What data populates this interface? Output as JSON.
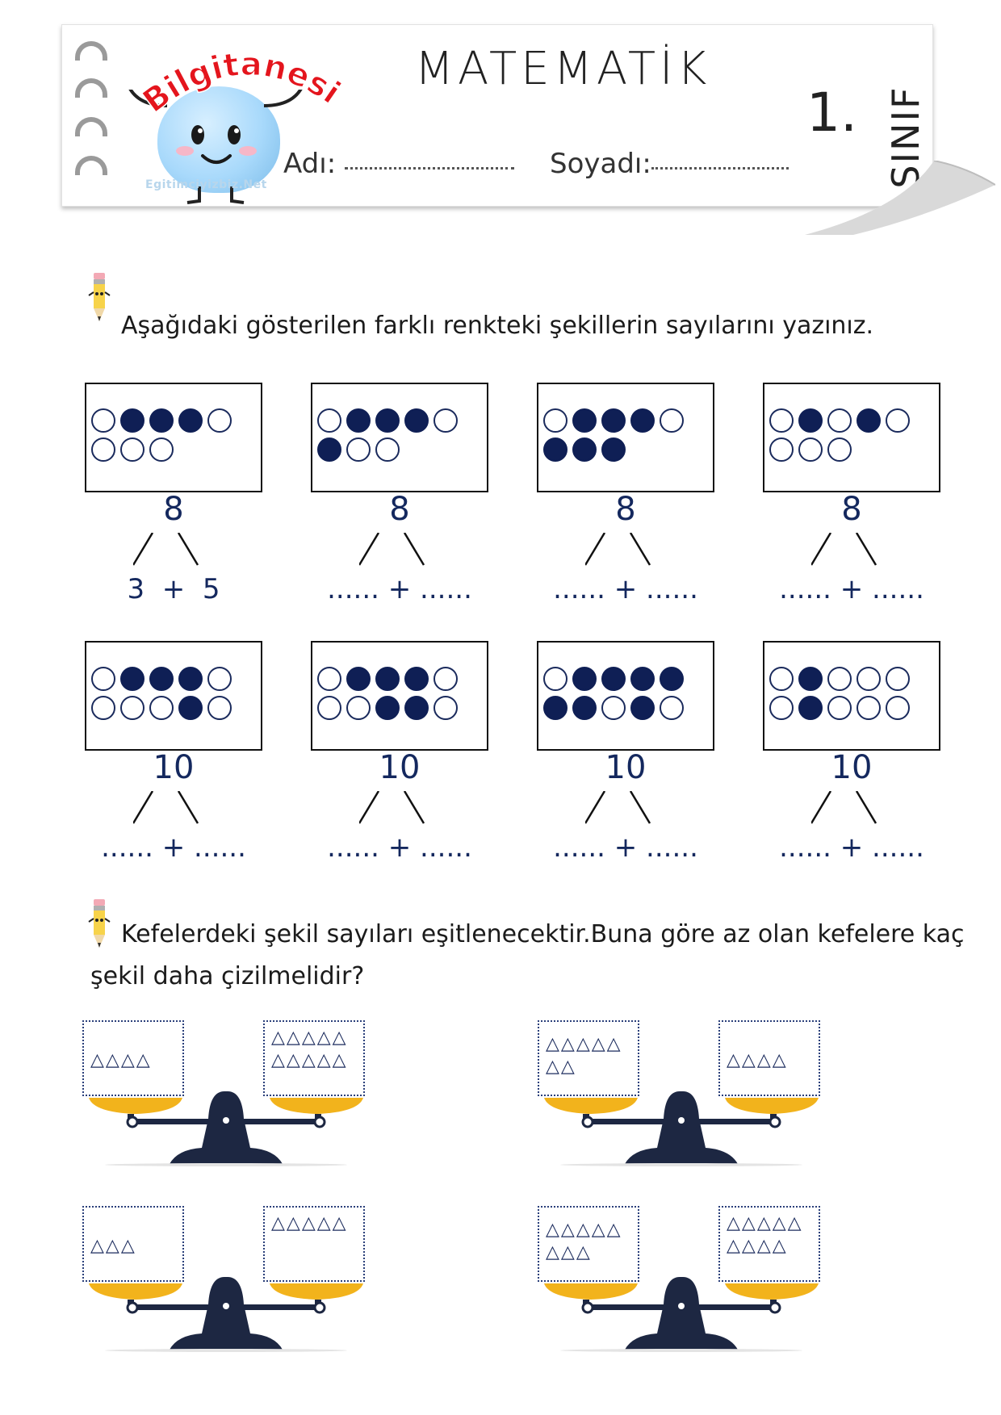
{
  "header": {
    "logo_text": "Bilgitanesi",
    "logo_site": "Egitimciyizbiz.Net",
    "title": "MATEMATİK",
    "grade_number": "1.",
    "grade_label": "SINIF",
    "name_label": "Adı:",
    "surname_label": "Soyadı:"
  },
  "section1": {
    "instruction": "Aşağıdaki gösterilen farklı renkteki şekillerin sayılarını yazınız.",
    "frames": [
      {
        "total": "8",
        "rows": [
          [
            0,
            1,
            1,
            1,
            0
          ],
          [
            0,
            0,
            0
          ]
        ],
        "answer": "3  +  5"
      },
      {
        "total": "8",
        "rows": [
          [
            0,
            1,
            1,
            1,
            0
          ],
          [
            1,
            0,
            0
          ]
        ],
        "answer": "...... + ......"
      },
      {
        "total": "8",
        "rows": [
          [
            0,
            1,
            1,
            1,
            0
          ],
          [
            1,
            1,
            1
          ]
        ],
        "answer": "...... + ......"
      },
      {
        "total": "8",
        "rows": [
          [
            0,
            1,
            0,
            1,
            0
          ],
          [
            0,
            0,
            0
          ]
        ],
        "answer": "...... + ......"
      },
      {
        "total": "10",
        "rows": [
          [
            0,
            1,
            1,
            1,
            0
          ],
          [
            0,
            0,
            0,
            1,
            0
          ]
        ],
        "answer": "...... + ......"
      },
      {
        "total": "10",
        "rows": [
          [
            0,
            1,
            1,
            1,
            0
          ],
          [
            0,
            0,
            1,
            1,
            0
          ]
        ],
        "answer": "...... + ......"
      },
      {
        "total": "10",
        "rows": [
          [
            0,
            1,
            1,
            1,
            1
          ],
          [
            1,
            1,
            0,
            1,
            0
          ]
        ],
        "answer": "...... + ......"
      },
      {
        "total": "10",
        "rows": [
          [
            0,
            1,
            0,
            0,
            0
          ],
          [
            0,
            1,
            0,
            0,
            0
          ]
        ],
        "answer": "...... + ......"
      }
    ]
  },
  "section2": {
    "instruction_line1": "Kefelerdeki şekil sayıları eşitlenecektir.Buna göre az olan kefelere kaç",
    "instruction_line2": "şekil daha çizilmelidir?",
    "balances": [
      {
        "left_triangles": 4,
        "right_triangles": 10
      },
      {
        "left_triangles": 7,
        "right_triangles": 4
      },
      {
        "left_triangles": 3,
        "right_triangles": 5
      },
      {
        "left_triangles": 8,
        "right_triangles": 9
      }
    ]
  },
  "colors": {
    "navy": "#0f1f55",
    "pan_yellow": "#f2b31c",
    "stand": "#1d2742"
  }
}
